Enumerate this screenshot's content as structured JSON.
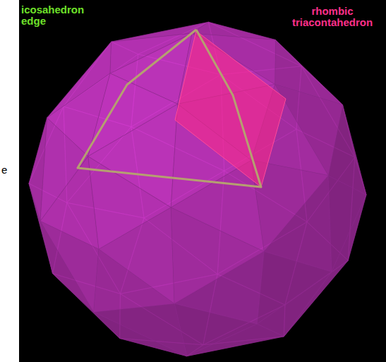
{
  "diagram": {
    "labels": [
      "icosahedron edge",
      "rhombic triacontahedron",
      "e"
    ]
  }
}
